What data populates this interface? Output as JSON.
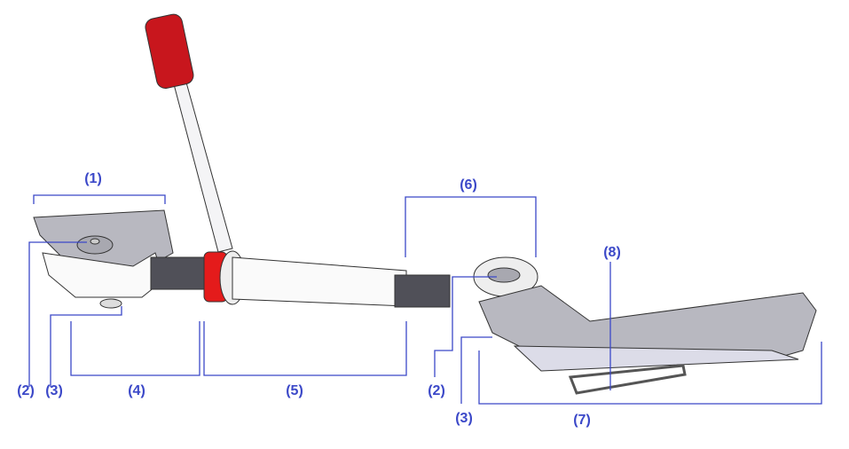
{
  "callouts": {
    "c1": "(1)",
    "c2a": "(2)",
    "c3a": "(3)",
    "c4": "(4)",
    "c5": "(5)",
    "c6": "(6)",
    "c2b": "(2)",
    "c3b": "(3)",
    "c7": "(7)",
    "c8": "(8)"
  },
  "colors": {
    "callout": "#3b48c8",
    "handle_grip": "#c8161d",
    "collar": "#e41b1b",
    "body_grey": "#b8b8c0",
    "spring": "#505058"
  }
}
